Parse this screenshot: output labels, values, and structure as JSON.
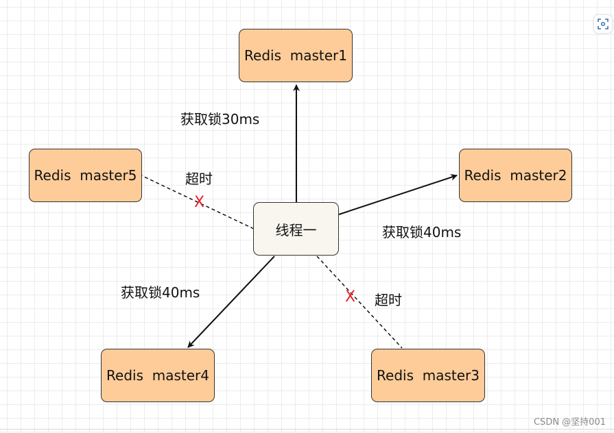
{
  "nodes": {
    "master1": "Redis  master1",
    "master2": "Redis  master2",
    "master3": "Redis  master3",
    "master4": "Redis  master4",
    "master5": "Redis  master5",
    "thread": "线程一"
  },
  "edge_labels": {
    "to_master1": "获取锁30ms",
    "to_master2": "获取锁40ms",
    "to_master4": "获取锁40ms",
    "to_master5": "超时",
    "to_master3": "超时"
  },
  "failure_mark": "X",
  "colors": {
    "master_fill": "#fdcc99",
    "thread_fill": "#f8f6ee",
    "stroke": "#111111",
    "failure": "#e8202a"
  },
  "toolbar": {
    "focus_icon": "focus-icon"
  },
  "watermark": "CSDN @坚持001"
}
